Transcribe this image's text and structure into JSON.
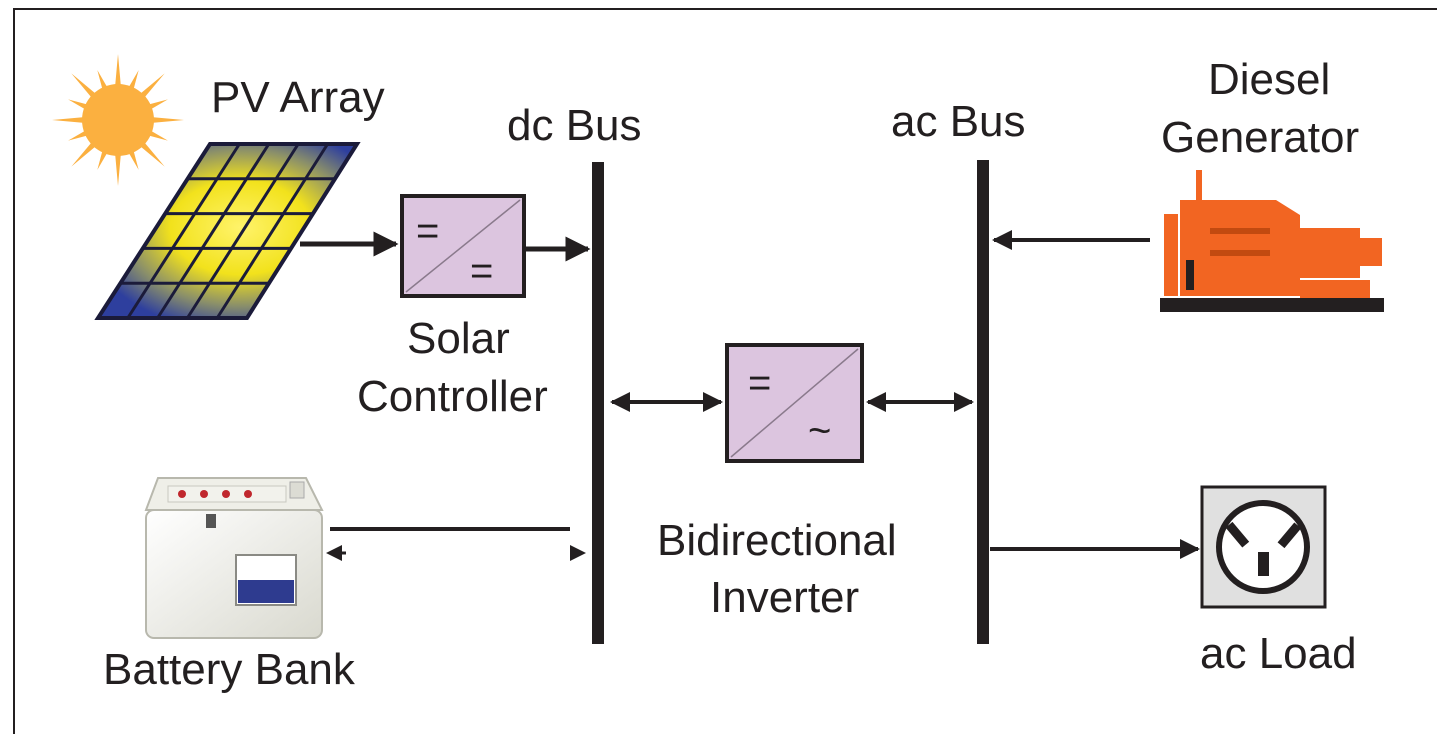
{
  "labels": {
    "pv_array": "PV Array",
    "dc_bus": "dc Bus",
    "ac_bus": "ac Bus",
    "diesel_line1": "Diesel",
    "diesel_line2": "Generator",
    "solar_line1": "Solar",
    "solar_line2": "Controller",
    "inverter_line1": "Bidirectional",
    "inverter_line2": "Inverter",
    "battery_bank": "Battery Bank",
    "ac_load": "ac Load"
  },
  "symbols": {
    "equals": "=",
    "tilde": "~"
  },
  "colors": {
    "converter_fill": "#dcc5df",
    "generator": "#f26522",
    "sun": "#fbb040",
    "panel_blue": "#2e3f9e",
    "panel_yellow": "#f6ec2a",
    "bus": "#231f20"
  },
  "icons": [
    "sun-icon",
    "solar-panel-icon",
    "battery-icon",
    "diesel-generator-icon",
    "ac-outlet-icon"
  ]
}
